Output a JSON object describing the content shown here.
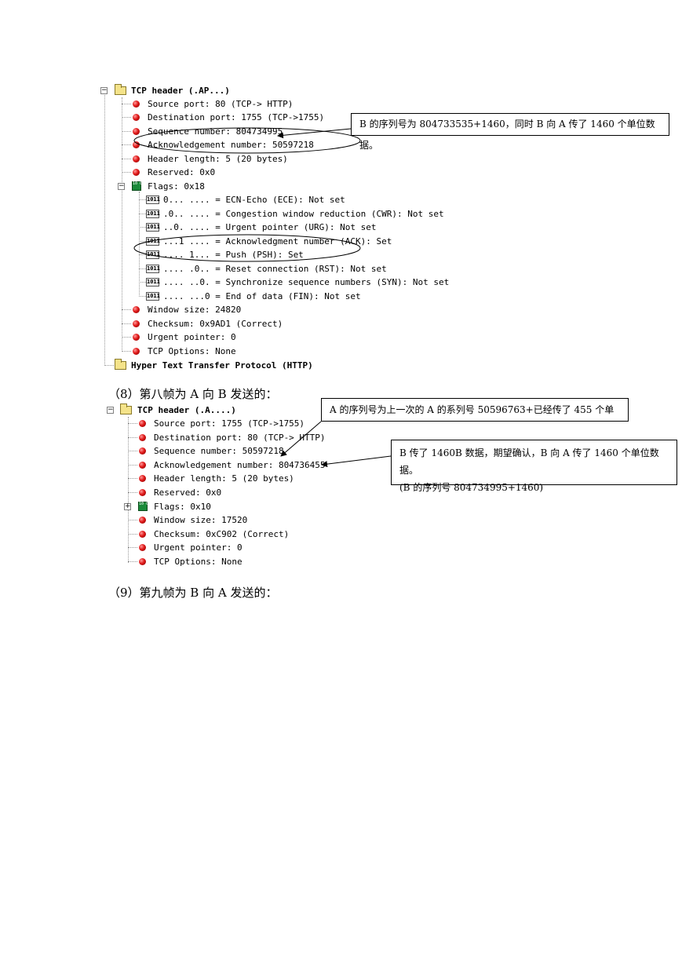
{
  "frame7": {
    "header": "TCP header (.AP...)",
    "fields": [
      "Source port: 80 (TCP-> HTTP)",
      "Destination port: 1755 (TCP->1755)",
      "Sequence number: 804734995",
      "Acknowledgement number: 50597218",
      "Header length: 5 (20 bytes)",
      "Reserved: 0x0",
      "Flags: 0x18"
    ],
    "flag_bits": [
      "0... .... = ECN-Echo (ECE): Not set",
      ".0.. .... = Congestion window reduction (CWR): Not set",
      "..0. .... = Urgent pointer (URG): Not set",
      "...1 .... = Acknowledgment number (ACK): Set",
      ".... 1... = Push (PSH): Set",
      ".... .0.. = Reset connection (RST): Not set",
      ".... ..0. = Synchronize sequence numbers (SYN): Not set",
      ".... ...0 = End of data (FIN): Not set"
    ],
    "fields_after": [
      "Window size: 24820",
      "Checksum: 0x9AD1 (Correct)",
      "Urgent pointer: 0",
      "TCP Options: None"
    ],
    "next_protocol": "Hyper Text Transfer Protocol (HTTP)",
    "note": "B 的序列号为 804733535+1460，同时 B 向 A 传了 1460 个单位数据。"
  },
  "caption8": "（8）第八帧为 A 向 B 发送的：",
  "frame8": {
    "header": "TCP header (.A....)",
    "fields": [
      "Source port: 1755 (TCP->1755)",
      "Destination port: 80 (TCP-> HTTP)",
      "Sequence number: 50597218",
      "Acknowledgement number: 804736455",
      "Header length: 5 (20 bytes)",
      "Reserved: 0x0",
      "Flags: 0x10",
      "Window size: 17520",
      "Checksum: 0xC902 (Correct)",
      "Urgent pointer: 0",
      "TCP Options: None"
    ],
    "note_a": "A 的序列号为上一次的 A 的系列号 50596763+已经传了 455 个单",
    "note_b_line1": "B 传了 1460B 数据，期望确认，B 向 A 传了 1460 个单位数据。",
    "note_b_line2": "(B 的序列号 804734995+1460)"
  },
  "caption9": "（9）第九帧为 B 向 A 发送的：",
  "icons": {
    "field": "red-bullet-icon",
    "folder": "folder-icon",
    "bits": "binary-1011-icon",
    "flags": "flags-icon",
    "bits_label": "1011",
    "flags_label": "10 01"
  }
}
